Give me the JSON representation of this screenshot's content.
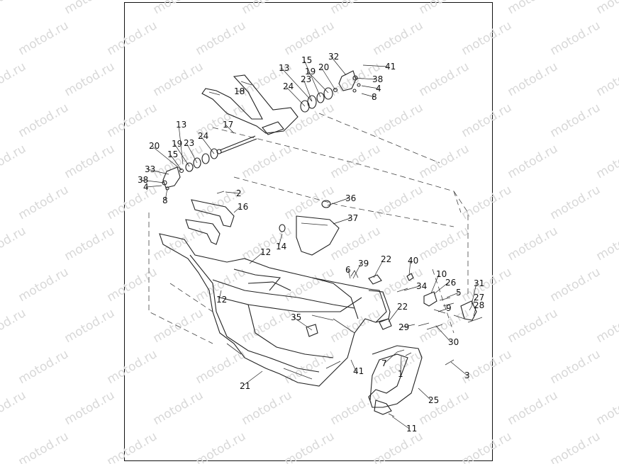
{
  "watermark": {
    "text": "motod.ru"
  },
  "callouts": [
    "1",
    "2",
    "3",
    "4",
    "4",
    "5",
    "6",
    "7",
    "8",
    "8",
    "9",
    "10",
    "11",
    "12",
    "12",
    "13",
    "13",
    "14",
    "15",
    "15",
    "16",
    "17",
    "18",
    "19",
    "19",
    "20",
    "20",
    "21",
    "22",
    "22",
    "23",
    "23",
    "24",
    "24",
    "25",
    "26",
    "27",
    "28",
    "29",
    "30",
    "31",
    "32",
    "33",
    "34",
    "35",
    "36",
    "37",
    "38",
    "38",
    "39",
    "40",
    "41",
    "41"
  ],
  "colors": {
    "line": "#222222",
    "watermark": "#d8d8d8",
    "background": "#ffffff"
  }
}
